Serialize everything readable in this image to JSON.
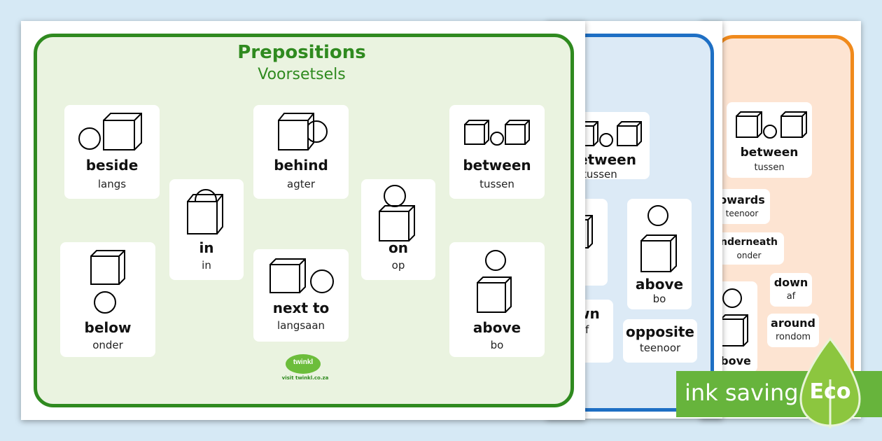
{
  "poster": {
    "title": "Prepositions",
    "subtitle": "Voorsetsels",
    "logo_text": "twinkl",
    "url_text": "visit twinkl.co.za"
  },
  "green_cards": [
    {
      "en": "beside",
      "af": "langs"
    },
    {
      "en": "behind",
      "af": "agter"
    },
    {
      "en": "between",
      "af": "tussen"
    },
    {
      "en": "in",
      "af": "in"
    },
    {
      "en": "on",
      "af": "op"
    },
    {
      "en": "below",
      "af": "onder"
    },
    {
      "en": "next to",
      "af": "langsaan"
    },
    {
      "en": "above",
      "af": "bo"
    }
  ],
  "blue_cards": [
    {
      "en": "etween",
      "af": "tussen"
    },
    {
      "en": "above",
      "af": "bo"
    },
    {
      "en": "wn",
      "af": "f"
    },
    {
      "en": "opposite",
      "af": "teenoor"
    }
  ],
  "orange_cards": [
    {
      "en": "between",
      "af": "tussen"
    },
    {
      "en": "owards",
      "af": "teenoor"
    },
    {
      "en": "nderneath",
      "af": "onder"
    },
    {
      "en": "down",
      "af": "af"
    },
    {
      "en": "around",
      "af": "rondom"
    },
    {
      "en": "bove",
      "af": ""
    }
  ],
  "eco_badge": {
    "label": "ink saving",
    "tag": "Eco"
  },
  "colors": {
    "green": "#2f8a1f",
    "blue": "#1e6fc4",
    "orange": "#f08a1c",
    "eco": "#67b43c"
  }
}
